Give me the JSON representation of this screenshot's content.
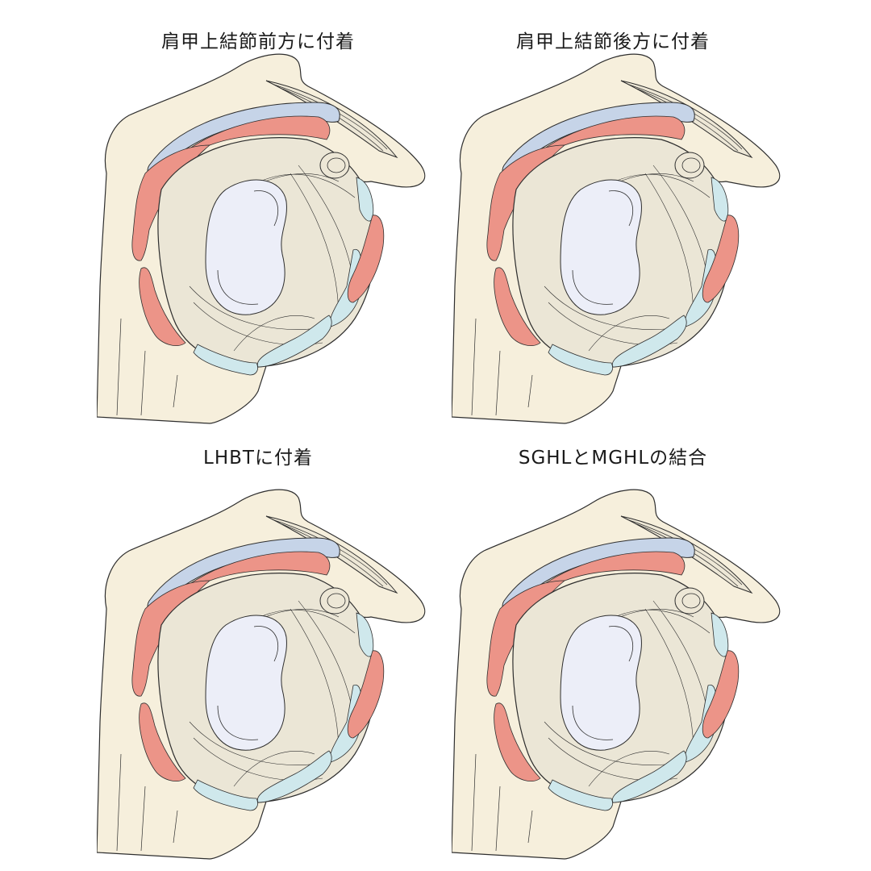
{
  "panels": [
    {
      "title": "肩甲上結節前方に付着"
    },
    {
      "title": "肩甲上結節後方に付着"
    },
    {
      "title": "LHBTに付着"
    },
    {
      "title": "SGHLとMGHLの結合"
    }
  ],
  "colors": {
    "bone": "#f6efdc",
    "capsule": "#ebe6d6",
    "cartilage": "#eceef8",
    "labrum_red": "#ec9488",
    "ligament_blue": "#cfe8ec",
    "tendon_blue": "#c6d4e8",
    "outline": "#2e2e2e"
  }
}
